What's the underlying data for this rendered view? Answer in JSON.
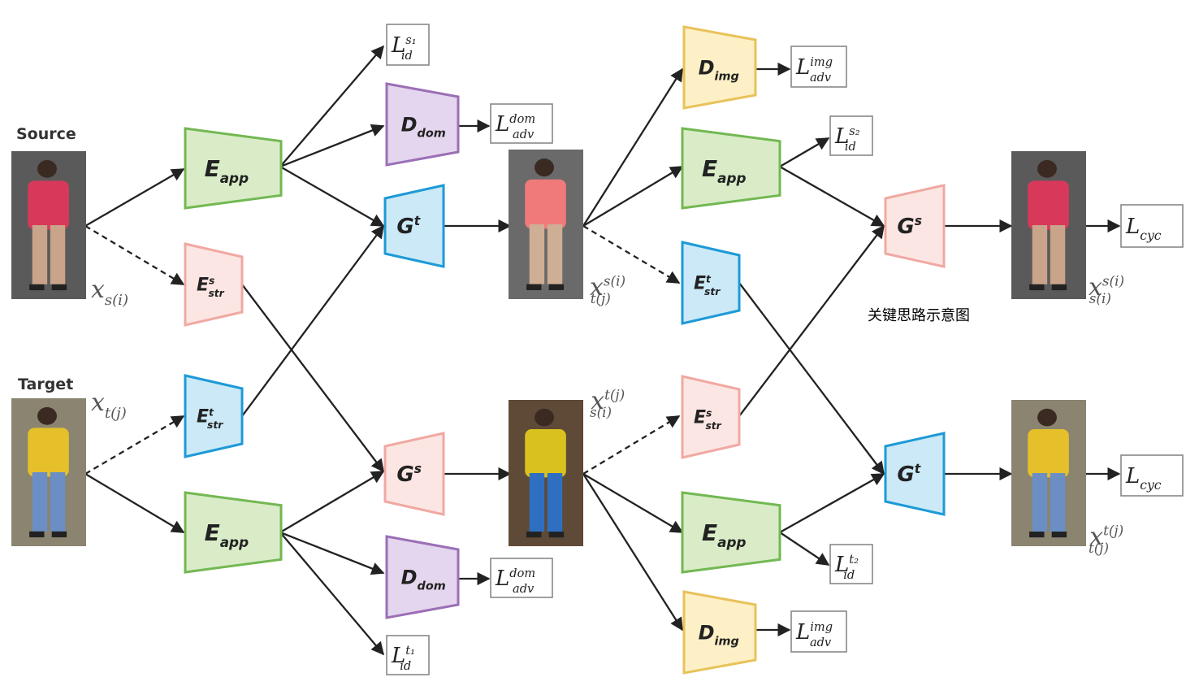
{
  "labels": {
    "source": "Source",
    "target": "Target",
    "caption": "关键思路示意图"
  },
  "modules": {
    "e_app": {
      "main": "E",
      "sub": "app"
    },
    "e_str_s": {
      "main": "E",
      "sup": "s",
      "sub": "str"
    },
    "e_str_t": {
      "main": "E",
      "sup": "t",
      "sub": "str"
    },
    "g_t": {
      "main": "G",
      "sup": "t"
    },
    "g_s": {
      "main": "G",
      "sup": "s"
    },
    "d_dom": {
      "main": "D",
      "sub": "dom"
    },
    "d_img": {
      "main": "D",
      "sub": "img"
    }
  },
  "losses": {
    "l_id_s1": {
      "main": "L",
      "sup": "s₁",
      "sub": "id"
    },
    "l_id_t1": {
      "main": "L",
      "sup": "t₁",
      "sub": "id"
    },
    "l_id_s2": {
      "main": "L",
      "sup": "s₂",
      "sub": "id"
    },
    "l_id_t2": {
      "main": "L",
      "sup": "t₂",
      "sub": "id"
    },
    "l_adv_dom": {
      "main": "L",
      "sup": "dom",
      "sub": "adv"
    },
    "l_adv_img": {
      "main": "L",
      "sup": "img",
      "sub": "adv"
    },
    "l_cyc": {
      "main": "L",
      "sub": "cyc"
    }
  },
  "image_labels": {
    "x_s": {
      "main": "x",
      "sub": "s(i)"
    },
    "x_t": {
      "main": "x",
      "sub": "t(j)"
    },
    "x_st": {
      "main": "x",
      "sup": "s(i)",
      "sub": "t(j)"
    },
    "x_ts": {
      "main": "x",
      "sup": "t(j)",
      "sub": "s(i)"
    },
    "x_ss": {
      "main": "x",
      "sup": "s(i)",
      "sub": "s(i)"
    },
    "x_tt": {
      "main": "x",
      "sup": "t(j)",
      "sub": "t(j)"
    }
  },
  "colors": {
    "green_fill": "#d9ecc7",
    "green_stroke": "#72b852",
    "blue_fill": "#cbe9f7",
    "blue_stroke": "#1d9ad6",
    "pink_fill": "#fce6e4",
    "pink_stroke": "#f0a9a2",
    "purple_fill": "#e4d6ee",
    "purple_stroke": "#9b6fb6",
    "yellow_fill": "#fdf0c6",
    "yellow_stroke": "#e8c25a",
    "red_shirt": "#d8395a",
    "yellow_shirt": "#e6c02a"
  }
}
